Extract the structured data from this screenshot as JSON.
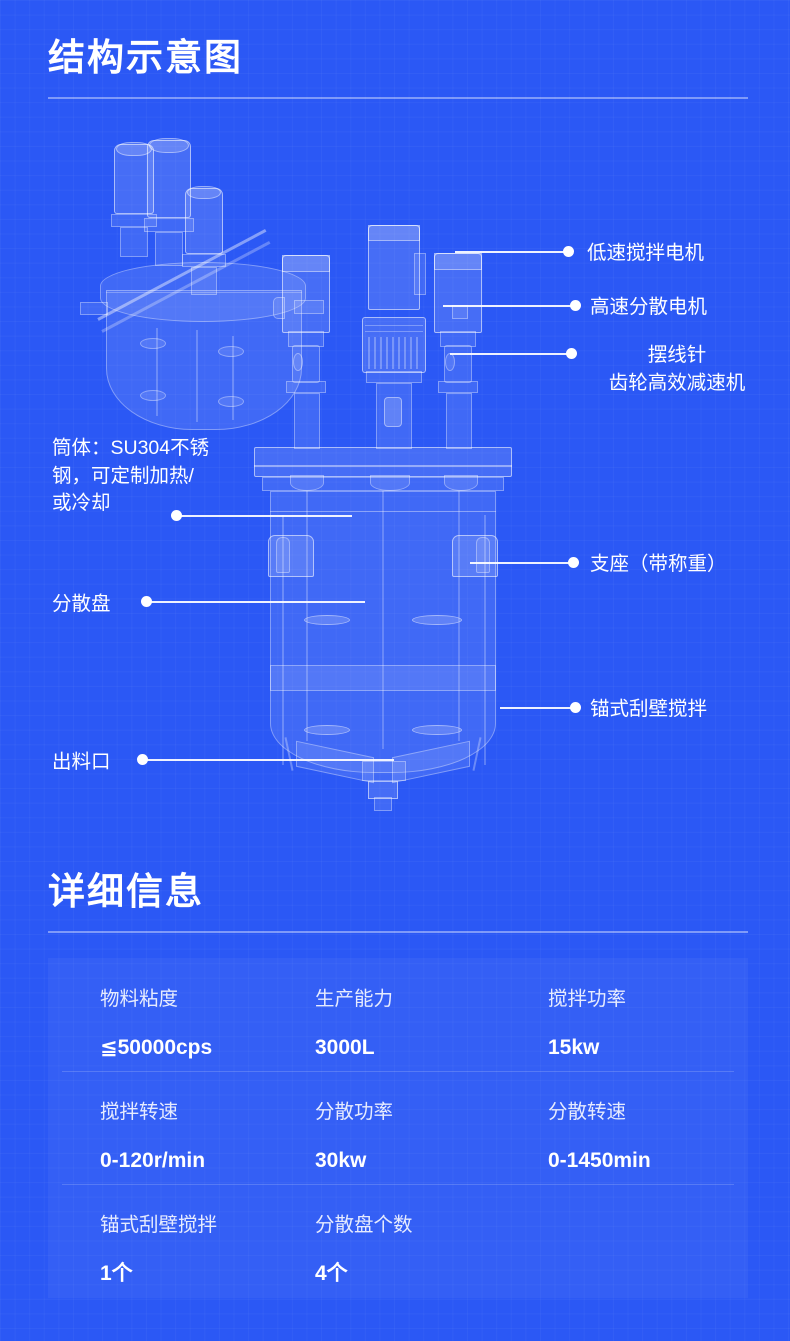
{
  "theme": {
    "background": "#2b58f5",
    "text": "#ffffff",
    "rule": "rgba(255,255,255,0.40)",
    "artwork": "rgba(255,255,255,0.55)"
  },
  "sections": {
    "structure": {
      "title": "结构示意图"
    },
    "details": {
      "title": "详细信息"
    }
  },
  "diagram": {
    "callouts": {
      "low_speed_motor": "低速搅拌电机",
      "high_speed_motor": "高速分散电机",
      "reducer": "摆线针\n齿轮高效减速机",
      "support": "支座（带称重）",
      "anchor_stirrer": "锚式刮壁搅拌",
      "tank_body": "筒体：SU304不锈\n钢，可定制加热/\n或冷却",
      "disperser_disc": "分散盘",
      "discharge_port": "出料口"
    }
  },
  "spec_table": {
    "rows": [
      [
        {
          "key": "物料粘度",
          "value": "≦50000cps"
        },
        {
          "key": "生产能力",
          "value": "3000L"
        },
        {
          "key": "搅拌功率",
          "value": "15kw"
        }
      ],
      [
        {
          "key": "搅拌转速",
          "value": "0-120r/min"
        },
        {
          "key": "分散功率",
          "value": "30kw"
        },
        {
          "key": "分散转速",
          "value": "0-1450min"
        }
      ],
      [
        {
          "key": "锚式刮壁搅拌",
          "value": "1个"
        },
        {
          "key": "分散盘个数",
          "value": "4个"
        },
        {
          "key": "",
          "value": ""
        }
      ]
    ]
  }
}
